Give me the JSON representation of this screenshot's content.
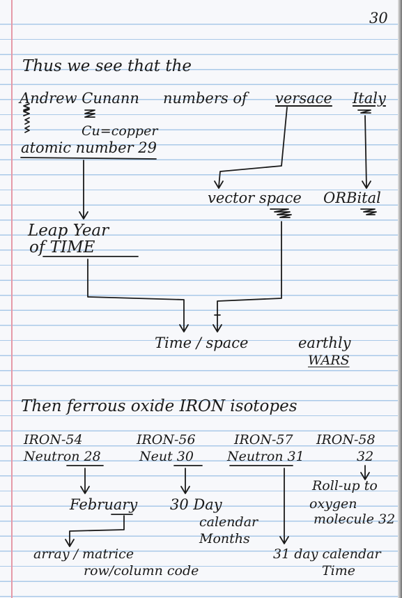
{
  "page_number": "30",
  "intro_line": "Thus we see that the",
  "line2": {
    "name": "Andrew Cunann",
    "middle": "numbers of",
    "versace": "versace",
    "italy": "Italy"
  },
  "copper_note": "Cu=copper",
  "atomic_number": "atomic number 29",
  "vector_space": "vector space",
  "orbital": "ORBital",
  "leap_year": "Leap Year",
  "of_time": "of TIME",
  "time_space": "Time / space",
  "earthly": "earthly",
  "wars": "WARS",
  "ferrous_line": "Then ferrous oxide IRON isotopes",
  "isotopes": [
    {
      "name": "IRON-54",
      "neutron": "Neutron 28"
    },
    {
      "name": "IRON-56",
      "neutron": "Neut 30"
    },
    {
      "name": "IRON-57",
      "neutron": "Neutron 31"
    },
    {
      "name": "IRON-58",
      "neutron": "32"
    }
  ],
  "february": "February",
  "thirty_day": [
    "30 Day",
    "calendar",
    "Months"
  ],
  "rollup": [
    "Roll-up to",
    "oxygen",
    "molecule 32"
  ],
  "array": [
    "array / matrice",
    "row/column code"
  ],
  "thirtyone": [
    "31 day calendar",
    "Time"
  ]
}
